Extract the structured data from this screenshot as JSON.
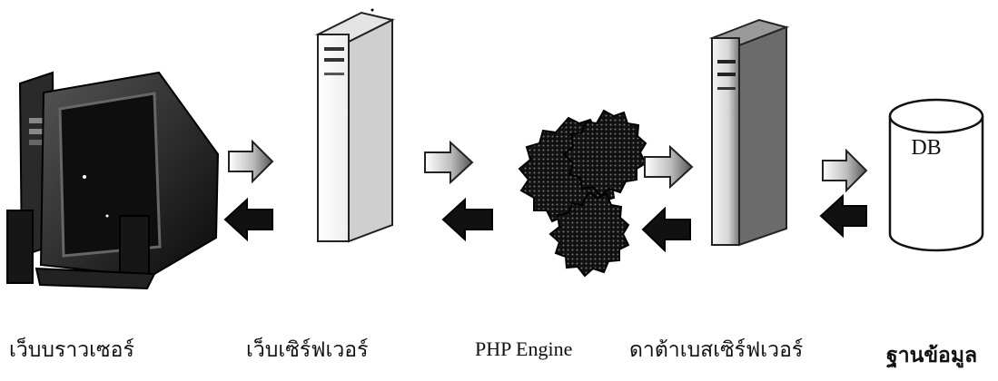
{
  "nodes": [
    {
      "id": "browser",
      "label": "เว็บบราวเซอร์",
      "icon": "computer-icon"
    },
    {
      "id": "web",
      "label": "เว็บเซิร์ฟเวอร์",
      "icon": "server-tower-icon"
    },
    {
      "id": "php",
      "label": "PHP Engine",
      "icon": "gears-icon"
    },
    {
      "id": "dbserver",
      "label": "ดาต้าเบสเซิร์ฟเวอร์",
      "icon": "server-tower-icon"
    },
    {
      "id": "db",
      "label": "ฐานข้อมูล",
      "icon": "database-cylinder-icon",
      "text": "DB"
    }
  ],
  "arrows": {
    "forward_style": "light-gradient",
    "backward_style": "black"
  },
  "colors": {
    "ink": "#111111",
    "shade": "#555555",
    "paper": "#ffffff"
  }
}
